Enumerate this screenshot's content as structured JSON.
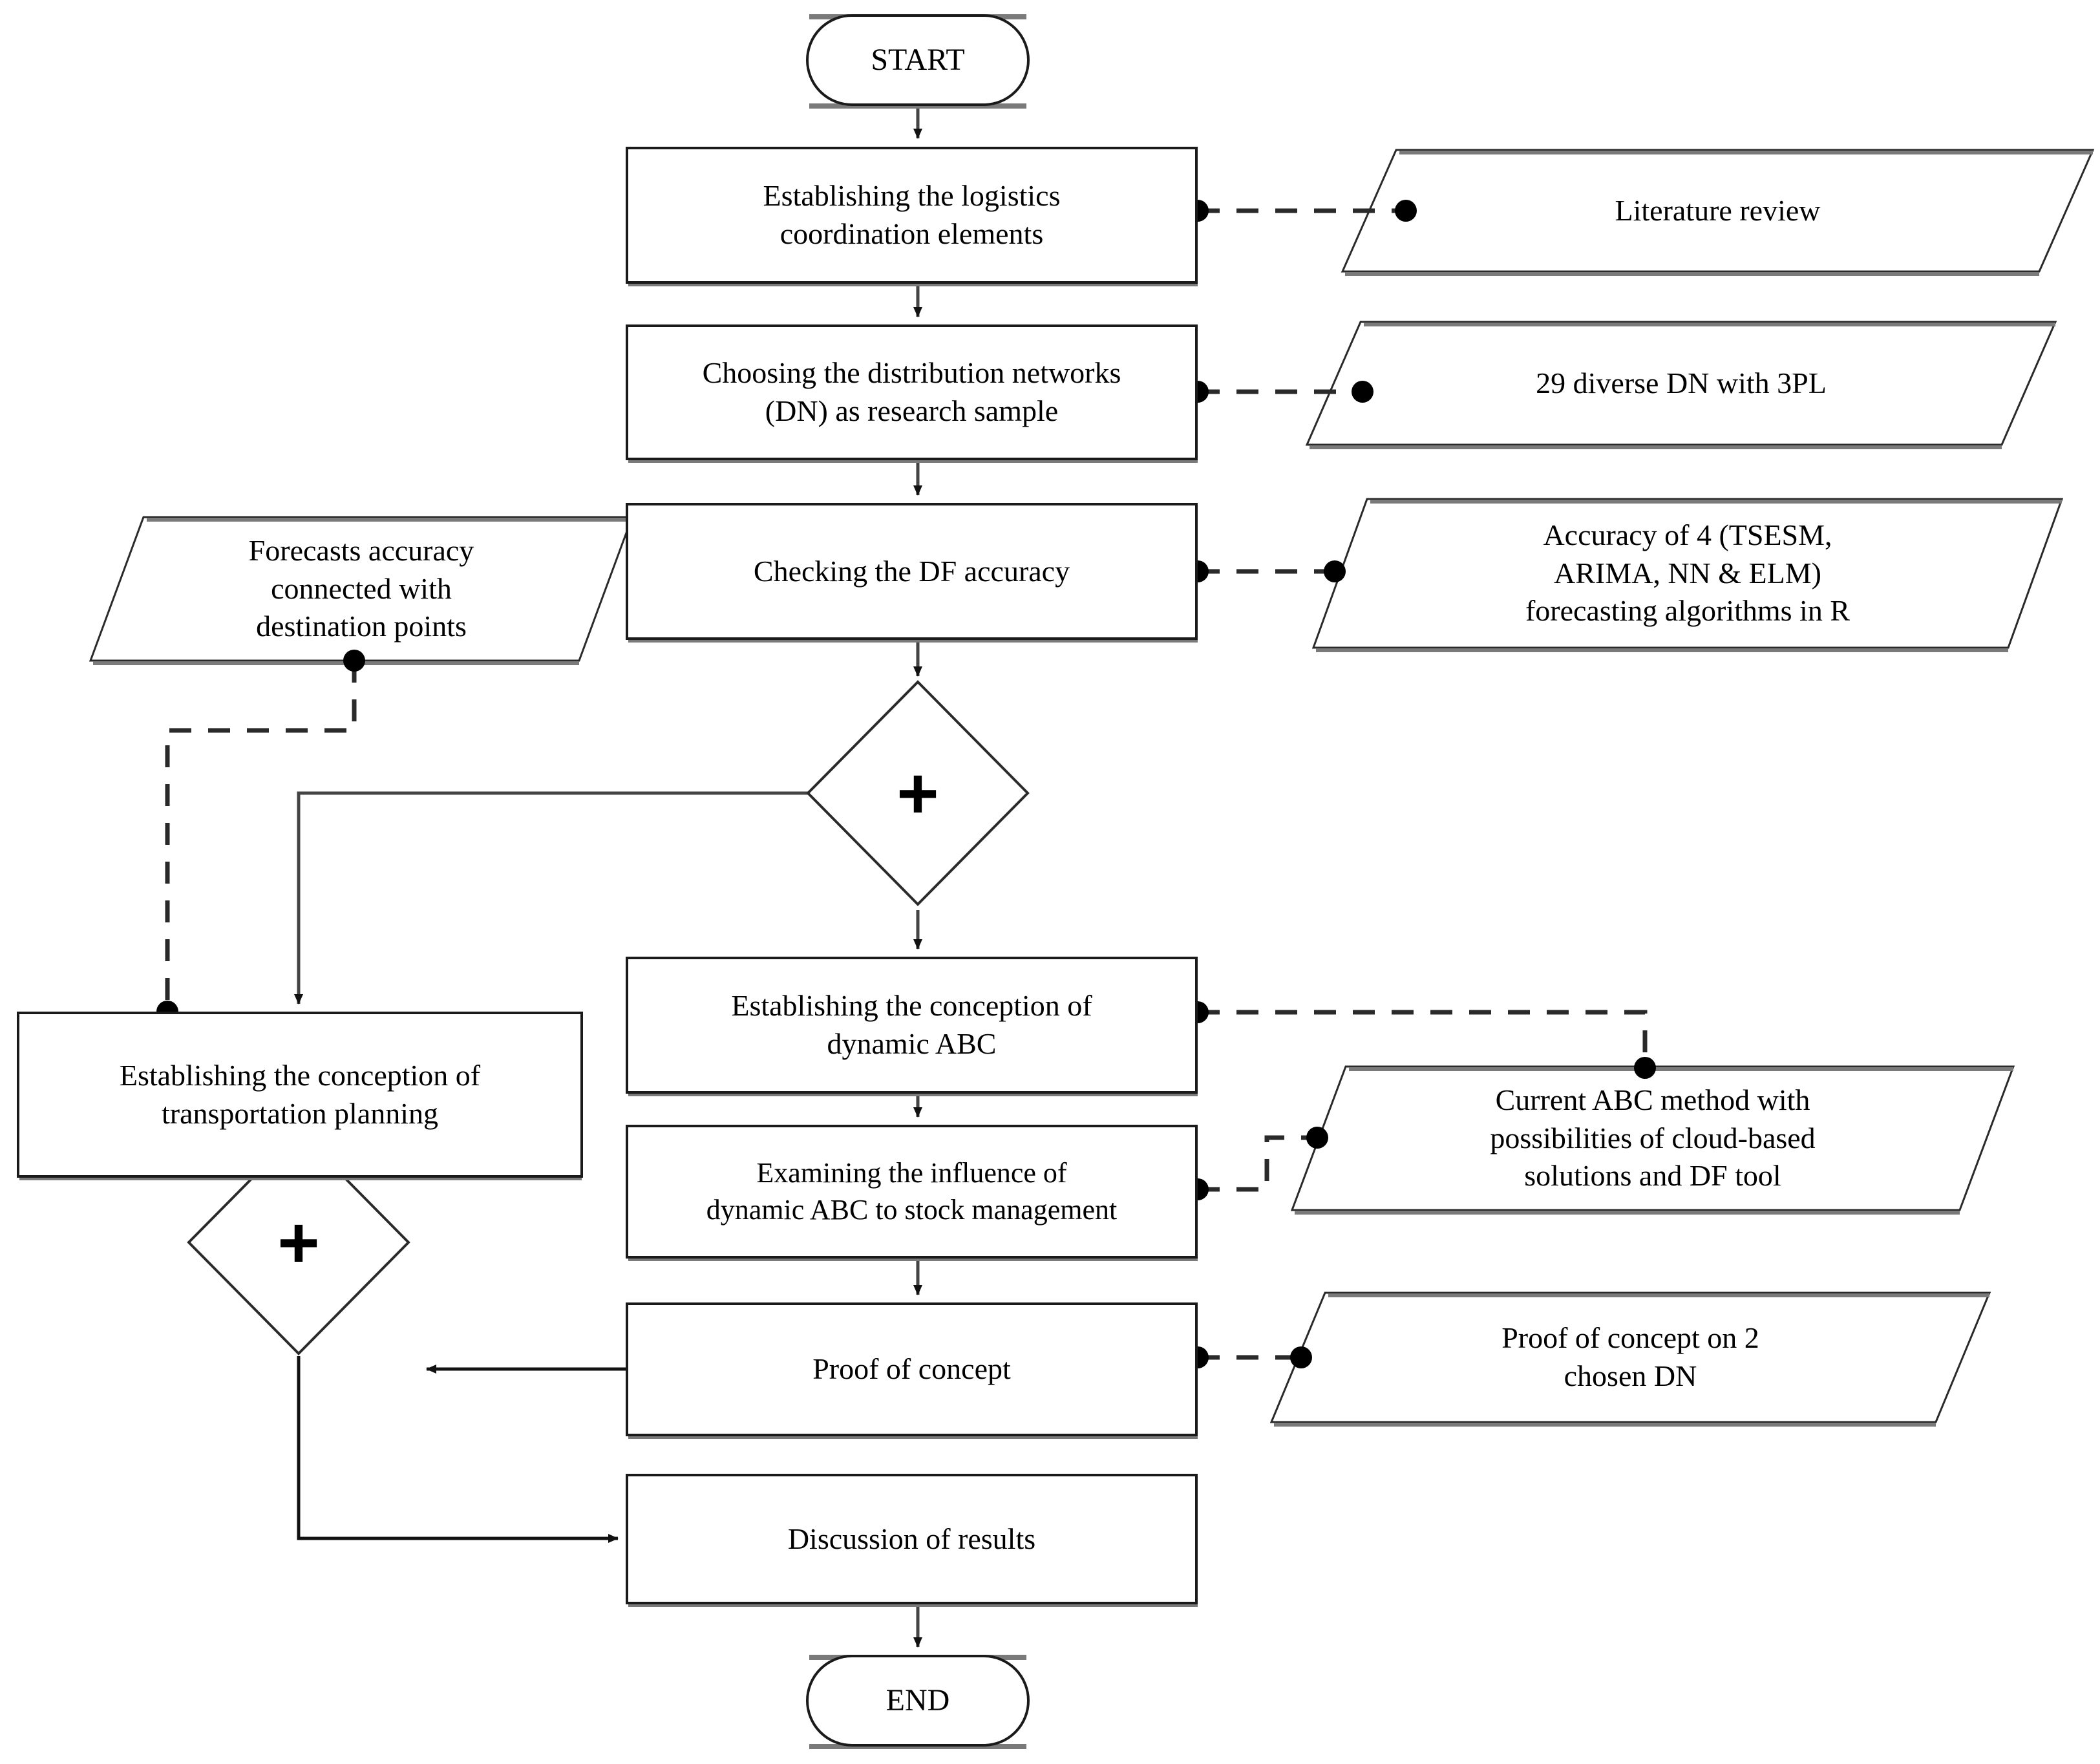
{
  "diagram": {
    "type": "flowchart",
    "title": "",
    "orientation": "top-to-bottom",
    "legend": {
      "process_shape": "rectangle",
      "terminator_shape": "rounded-rectangle",
      "data_shape": "parallelogram",
      "gateway_shape": "diamond-with-plus"
    }
  },
  "nodes": {
    "start": {
      "label": "START",
      "shape": "terminator"
    },
    "end": {
      "label": "END",
      "shape": "terminator"
    },
    "p1": {
      "line1": "Establishing the logistics",
      "line2": "coordination elements",
      "shape": "process"
    },
    "p2": {
      "line1": "Choosing the distribution networks",
      "line2": "(DN) as research sample",
      "shape": "process"
    },
    "p3": {
      "line1": "Checking the DF accuracy",
      "line2": "",
      "shape": "process"
    },
    "p4": {
      "line1": "Establishing the conception of",
      "line2": "dynamic ABC",
      "shape": "process"
    },
    "p5": {
      "line1": "Examining the influence of",
      "line2": "dynamic ABC to stock management",
      "shape": "process"
    },
    "p6": {
      "line1": "Proof of concept",
      "line2": "",
      "shape": "process"
    },
    "p7": {
      "line1": "Discussion of results",
      "line2": "",
      "shape": "process"
    },
    "p8": {
      "line1": "Establishing the conception of",
      "line2": "transportation planning",
      "shape": "process"
    },
    "d1": {
      "label": "+",
      "shape": "gateway"
    },
    "d2": {
      "label": "+",
      "shape": "gateway"
    },
    "data1": {
      "line1": "Literature review",
      "line2": "",
      "line3": "",
      "shape": "data"
    },
    "data2": {
      "line1": "29 diverse DN with 3PL",
      "line2": "",
      "line3": "",
      "shape": "data"
    },
    "data3": {
      "line1": "Accuracy of 4 (TSESM,",
      "line2": "ARIMA, NN & ELM)",
      "line3": "forecasting algorithms in R",
      "shape": "data"
    },
    "data4": {
      "line1": "Forecasts accuracy",
      "line2": "connected with",
      "line3": "destination points",
      "shape": "data"
    },
    "data5": {
      "line1": "Current ABC method with",
      "line2": "possibilities of cloud-based",
      "line3": "solutions and DF tool",
      "shape": "data"
    },
    "data6": {
      "line1": "Proof of concept on 2",
      "line2": "chosen DN",
      "line3": "",
      "shape": "data"
    }
  },
  "edges": [
    {
      "from": "start",
      "to": "p1",
      "style": "solid"
    },
    {
      "from": "p1",
      "to": "p2",
      "style": "solid"
    },
    {
      "from": "p2",
      "to": "p3",
      "style": "solid"
    },
    {
      "from": "p3",
      "to": "d1",
      "style": "solid"
    },
    {
      "from": "d1",
      "to": "p4",
      "style": "solid"
    },
    {
      "from": "d1",
      "to": "p8",
      "style": "solid"
    },
    {
      "from": "p4",
      "to": "p5",
      "style": "solid"
    },
    {
      "from": "p5",
      "to": "p6",
      "style": "solid"
    },
    {
      "from": "p6",
      "to": "d2",
      "style": "solid"
    },
    {
      "from": "p8",
      "to": "d2",
      "style": "solid"
    },
    {
      "from": "d2",
      "to": "p7",
      "style": "solid"
    },
    {
      "from": "p7",
      "to": "end",
      "style": "solid"
    },
    {
      "from": "p1",
      "to": "data1",
      "style": "dashed"
    },
    {
      "from": "p2",
      "to": "data2",
      "style": "dashed"
    },
    {
      "from": "p3",
      "to": "data3",
      "style": "dashed"
    },
    {
      "from": "data4",
      "to": "p8",
      "style": "dashed"
    },
    {
      "from": "p4",
      "to": "data5",
      "style": "dashed"
    },
    {
      "from": "p5",
      "to": "data5",
      "style": "dashed"
    },
    {
      "from": "p6",
      "to": "data6",
      "style": "dashed"
    }
  ],
  "colors": {
    "stroke": "#1a1a1a",
    "shadow": "#7a7a7a",
    "background": "#ffffff",
    "text": "#000000"
  }
}
